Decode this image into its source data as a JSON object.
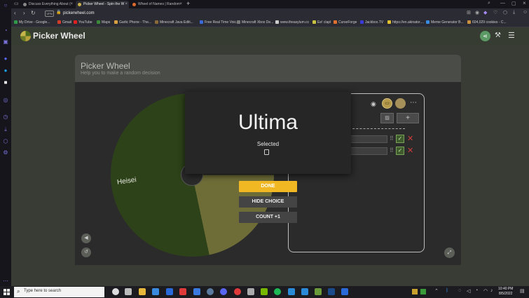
{
  "browser": {
    "tabs": [
      {
        "title": "Discuss Everything About (",
        "active": false,
        "favicon_color": "#888888"
      },
      {
        "title": "Picker Wheel - Spin the W",
        "active": true,
        "favicon_color": "#c8b04a"
      },
      {
        "title": "Wheel of Names | Random",
        "active": false,
        "favicon_color": "#e06a2a"
      }
    ],
    "new_tab": "+",
    "url": "pickerwheel.com",
    "bookmarks": [
      {
        "label": "My Drive - Google...",
        "color": "#2f9a4a"
      },
      {
        "label": "Gmail",
        "color": "#d23a2a"
      },
      {
        "label": "YouTube",
        "color": "#e02020"
      },
      {
        "label": "Maps",
        "color": "#3a8a3a"
      },
      {
        "label": "Garlic Phone - The...",
        "color": "#d8a040"
      },
      {
        "label": "Minecraft Java Editi...",
        "color": "#8a6a3a"
      },
      {
        "label": "Free Real Time Voic...",
        "color": "#3a6ad8"
      },
      {
        "label": "Minecraft Xbox De...",
        "color": "#7a7a7a"
      },
      {
        "label": "www.theasylum.cc",
        "color": "#cccccc"
      },
      {
        "label": "Ee! clapl",
        "color": "#c8c040"
      },
      {
        "label": "CurseForge",
        "color": "#e07030"
      },
      {
        "label": "Jackbox.TV",
        "color": "#3a3ad8"
      },
      {
        "label": "https://en.akinator....",
        "color": "#e0c030"
      },
      {
        "label": "Meme Generator B...",
        "color": "#3a8ae0"
      },
      {
        "label": "604,029 cookies - C...",
        "color": "#c89040"
      }
    ]
  },
  "site": {
    "logo_text": "Picker Wheel",
    "card_title": "Picker Wheel",
    "card_subtitle": "Help you to make a random decision",
    "wheel_label": "Heisei",
    "result": {
      "value": "Ultima",
      "status": "Selected",
      "done_label": "DONE",
      "hide_label": "HIDE CHOICE",
      "count_label": "COUNT +1"
    }
  },
  "taskbar": {
    "search_placeholder": "Type here to search",
    "time": "10:40 PM",
    "date": "8/5/2022",
    "apps": [
      {
        "name": "cortana",
        "color": "#dddddd"
      },
      {
        "name": "task-view",
        "color": "#bbbbbb"
      },
      {
        "name": "file-explorer",
        "color": "#e8b83a"
      },
      {
        "name": "mail",
        "color": "#3a8ae0"
      },
      {
        "name": "store",
        "color": "#2a6ad8"
      },
      {
        "name": "roblox",
        "color": "#e03a3a"
      },
      {
        "name": "dropbox",
        "color": "#3a7ae0"
      },
      {
        "name": "steam",
        "color": "#5a7aa0"
      },
      {
        "name": "discord",
        "color": "#5865f2"
      },
      {
        "name": "opera",
        "color": "#e03a3a"
      },
      {
        "name": "mouse",
        "color": "#aaaaaa"
      },
      {
        "name": "nvidia",
        "color": "#76b900"
      },
      {
        "name": "spotify",
        "color": "#1db954"
      },
      {
        "name": "explorer2",
        "color": "#2a8ad8"
      },
      {
        "name": "vs-code",
        "color": "#2a8ad8"
      },
      {
        "name": "minecraft",
        "color": "#6a9a3a"
      },
      {
        "name": "steam2",
        "color": "#1a4a8a"
      },
      {
        "name": "word",
        "color": "#2a6ad8"
      }
    ]
  },
  "colors": {
    "accent_done": "#f1b823",
    "share": "#5b9a64",
    "delete": "#d23c3c"
  }
}
